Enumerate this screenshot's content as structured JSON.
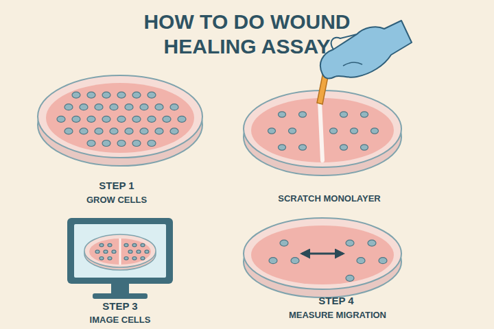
{
  "diagram": {
    "title": "HOW TO DO WOUND HEALING ASSAY",
    "labels": [
      "STEP 1",
      "GROW CELLS",
      "SCRATCH MONOLAYER",
      "STEP 3",
      "IMAGE CELLS",
      "STEP 4",
      "MEASURE MIGRATION"
    ]
  }
}
